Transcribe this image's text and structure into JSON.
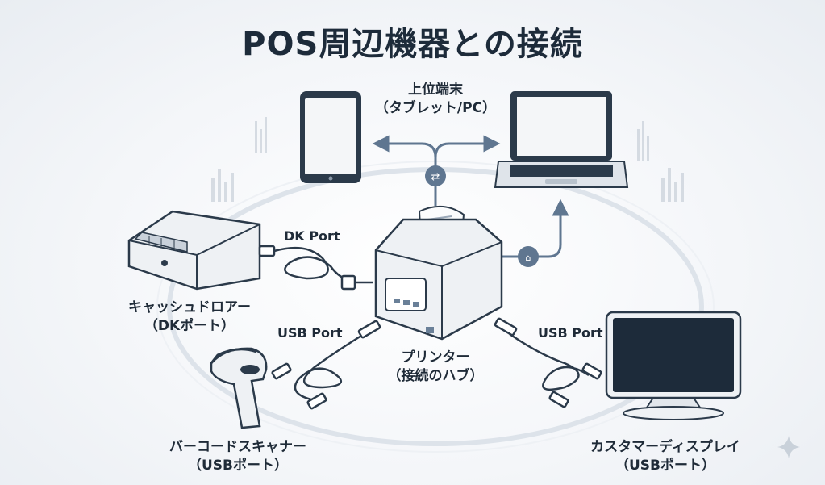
{
  "title": "POS周辺機器との接続",
  "host": {
    "line1": "上位端末",
    "line2": "（タブレット/PC）"
  },
  "printer": {
    "line1": "プリンター",
    "line2": "（接続のハブ）"
  },
  "cash_drawer": {
    "line1": "キャッシュドロアー",
    "line2": "（DKポート）"
  },
  "barcode_scanner": {
    "line1": "バーコードスキャナー",
    "line2": "（USBポート）"
  },
  "customer_display": {
    "line1": "カスタマーディスプレイ",
    "line2": "（USBポート）"
  },
  "ports": {
    "dk": "DK Port",
    "usb_left": "USB Port",
    "usb_right": "USB Port"
  },
  "colors": {
    "line": "#5f7690",
    "dark": "#2b3a4a",
    "accent": "#6a8098"
  }
}
